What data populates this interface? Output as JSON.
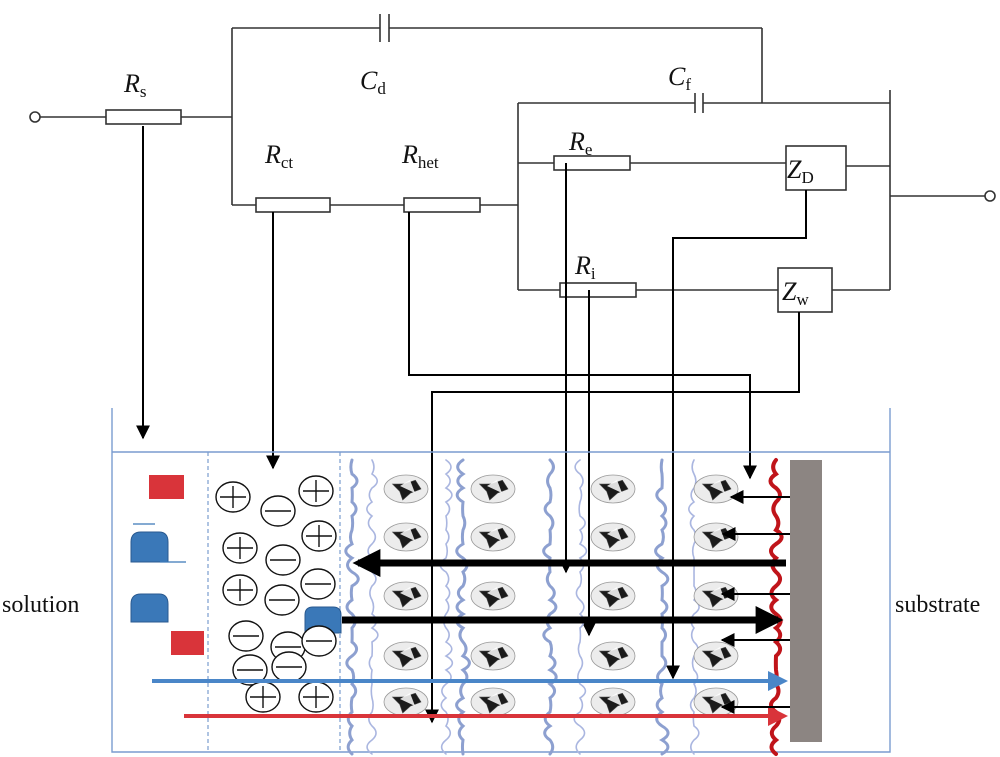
{
  "labels": {
    "rs": {
      "main": "R",
      "sub": "s"
    },
    "cd": {
      "main": "C",
      "sub": "d"
    },
    "cf": {
      "main": "C",
      "sub": "f"
    },
    "rct": {
      "main": "R",
      "sub": "ct"
    },
    "rhet": {
      "main": "R",
      "sub": "het"
    },
    "re": {
      "main": "R",
      "sub": "e"
    },
    "ri": {
      "main": "R",
      "sub": "i"
    },
    "zd": {
      "main": "Z",
      "sub": "D"
    },
    "zw": {
      "main": "Z",
      "sub": "w"
    }
  },
  "sides": {
    "left": "solution",
    "right": "substrate"
  },
  "colors": {
    "wire": "#333333",
    "cell_border": "#7a9ccf",
    "polymer_blue": "#8da0d0",
    "polymer_red": "#c0141a",
    "substrate": "#8c8582",
    "species_red": "#d9343a",
    "species_blue": "#3a78b8",
    "arrow_blue": "#4a86c8",
    "arrow_red": "#d9343a"
  },
  "icons": [
    "plus-ion-icon",
    "minus-ion-icon",
    "nanoparticle-icon",
    "polymer-chain-icon"
  ]
}
